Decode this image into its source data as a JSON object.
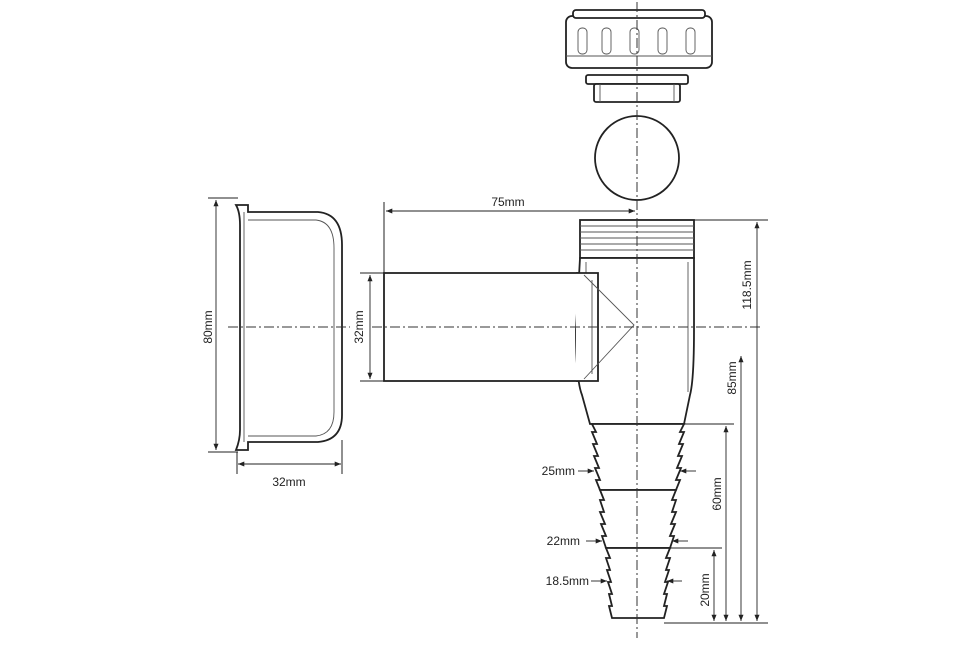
{
  "diagram": {
    "labels": {
      "cap_height": "80mm",
      "cap_depth": "32mm",
      "pipe_diameter": "32mm",
      "branch_length": "75mm",
      "total_height": "118.5mm",
      "height_85": "85mm",
      "height_60": "60mm",
      "height_20": "20mm",
      "dia_25": "25mm",
      "dia_22": "22mm",
      "dia_185": "18.5mm"
    }
  }
}
